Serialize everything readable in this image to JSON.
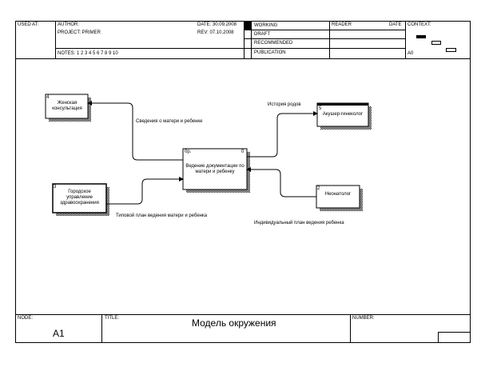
{
  "header": {
    "used_at": "USED AT:",
    "author": "AUTHOR:",
    "project": "PROJECT:  PRIMER",
    "date": "DATE:  30.09.2008",
    "rev": "REV:   07.10.2008",
    "notes": "NOTES:  1  2  3  4  5  6  7  8  9  10",
    "working": "WORKING",
    "draft": "DRAFT",
    "recommended": "RECOMMENDED",
    "publication": "PUBLICATION",
    "reader": "READER",
    "reader_date": "DATE",
    "context": "CONTEXT:",
    "context_node": "A0"
  },
  "diagram": {
    "boxes": [
      {
        "id": "center",
        "number": "0р.",
        "extra": "0",
        "label": "Ведение документации по матери и ребенку"
      },
      {
        "id": "b4",
        "number": "4",
        "label": "Женская консультация"
      },
      {
        "id": "b3",
        "number": "3",
        "label": "Городское управление здравоохранения"
      },
      {
        "id": "b5",
        "number": "5",
        "label": "Акушер-гинеколог"
      },
      {
        "id": "b2",
        "number": "2",
        "label": "Неонатолог"
      }
    ],
    "arrows": {
      "a1": "Сведения о матери и ребенке",
      "a2": "Типовой план ведения матери и ребенка",
      "a3": "История родов",
      "a4": "Индивидуальный план ведения ребенка"
    }
  },
  "footer": {
    "node_label": "NODE:",
    "node_value": "A1",
    "title_label": "TITLE:",
    "title_value": "Модель окружения",
    "number_label": "NUMBER:"
  }
}
